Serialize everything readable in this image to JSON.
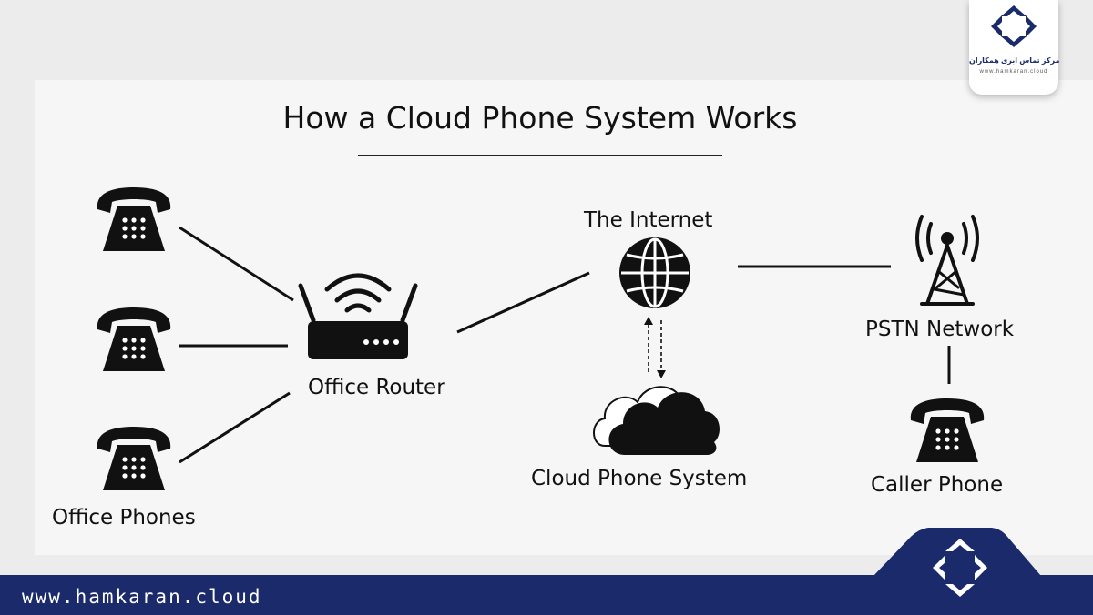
{
  "diagram": {
    "title": "How a Cloud Phone System Works",
    "labels": {
      "office_phones": "Office Phones",
      "office_router": "Office Router",
      "internet": "The Internet",
      "cloud_phone_system": "Cloud Phone System",
      "pstn_network": "PSTN Network",
      "caller_phone": "Caller Phone"
    },
    "icons": {
      "office_phones": [
        "telephone-icon",
        "telephone-icon",
        "telephone-icon"
      ],
      "router": "wifi-router-icon",
      "internet": "globe-icon",
      "cloud": "cloud-icon",
      "tower": "cell-tower-icon",
      "caller_phone": "telephone-icon"
    },
    "connections": [
      [
        "Office Phones",
        "Office Router"
      ],
      [
        "Office Router",
        "The Internet"
      ],
      [
        "The Internet",
        "Cloud Phone System"
      ],
      [
        "The Internet",
        "PSTN Network"
      ],
      [
        "PSTN Network",
        "Caller Phone"
      ]
    ]
  },
  "branding": {
    "footer_url": "www.hamkaran.cloud",
    "logo_text_fa": "مرکز تماس ابری همکاران",
    "logo_url": "www.hamkaran.cloud",
    "logo_icon": "hamkaran-logo-icon"
  },
  "colors": {
    "brand_navy": "#1b2a6b",
    "ink": "#111111",
    "panel": "#f6f6f6",
    "background": "#ececec"
  }
}
